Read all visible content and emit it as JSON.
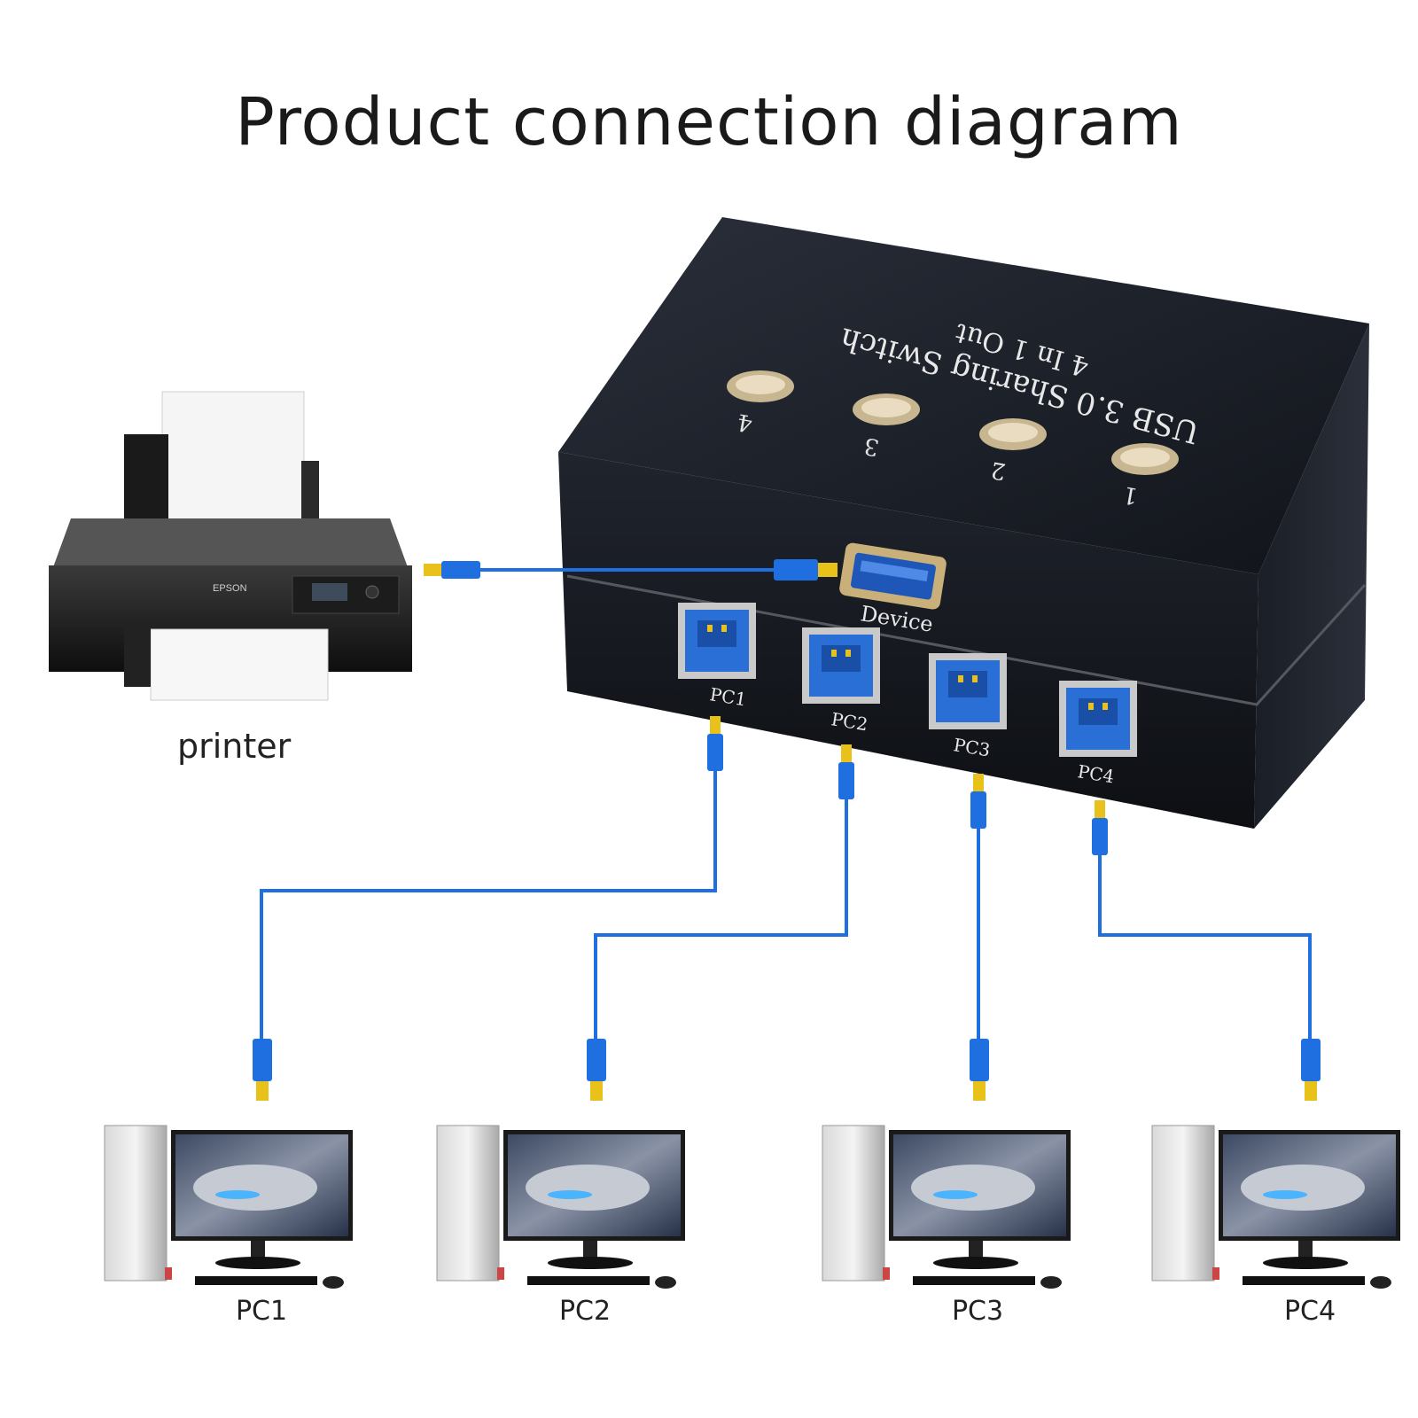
{
  "title": "Product connection diagram",
  "printer": {
    "label": "printer",
    "brand": "EPSON"
  },
  "switch": {
    "name": "USB 3.0 Sharing Switch",
    "subtitle": "4 In 1 Out",
    "buttons": [
      "4",
      "3",
      "2",
      "1"
    ],
    "device_port_label": "Device",
    "pc_port_labels": [
      "PC1",
      "PC2",
      "PC3",
      "PC4"
    ]
  },
  "computers": [
    {
      "label": "PC1"
    },
    {
      "label": "PC2"
    },
    {
      "label": "PC3"
    },
    {
      "label": "PC4"
    }
  ],
  "colors": {
    "cable": "#1f6fe0",
    "plug_tip": "#e8c21a",
    "switch_body": "#1b1f28",
    "usb_blue": "#2a6fd6"
  }
}
